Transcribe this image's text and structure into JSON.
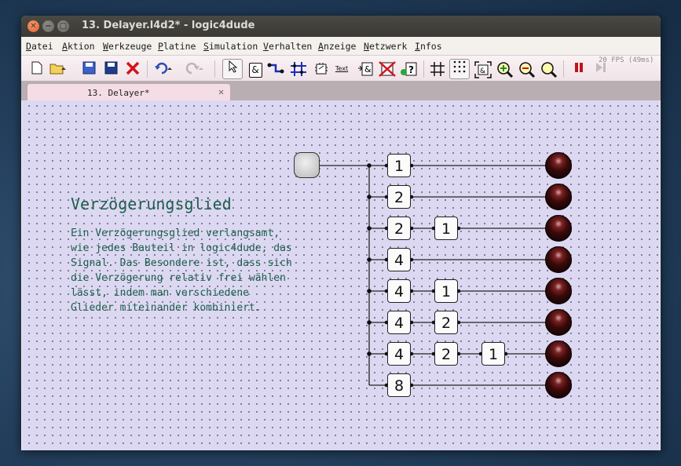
{
  "window": {
    "title": "13. Delayer.l4d2* - logic4dude",
    "close_glyph": "✕",
    "min_glyph": "−",
    "max_glyph": "□"
  },
  "menu": [
    "Datei",
    "Aktion",
    "Werkzeuge",
    "Platine",
    "Simulation",
    "Verhalten",
    "Anzeige",
    "Netzwerk",
    "Infos"
  ],
  "toolbar": {
    "fps": "20 FPS (49ms)",
    "text_tool_label": "Text",
    "gate_tool_label": "&",
    "icons": [
      "new-file-icon",
      "open-folder-icon",
      "save-icon",
      "save-as-icon",
      "close-file-icon",
      "undo-icon",
      "redo-icon",
      "select-pointer-icon",
      "gate-tool-icon",
      "wire-tool-icon",
      "bus-tool-icon",
      "component-tool-icon",
      "text-tool-icon",
      "gate-edit-icon",
      "delete-gate-icon",
      "help-gate-icon",
      "grid-lines-icon",
      "grid-dots-icon",
      "fit-view-icon",
      "zoom-in-icon",
      "zoom-out-icon",
      "zoom-reset-icon",
      "pause-icon",
      "step-icon"
    ]
  },
  "tab": {
    "label": "13. Delayer*",
    "close_glyph": "✕"
  },
  "canvas": {
    "heading": "Verzögerungsglied",
    "description": "Ein Verzögerungsglied verlangsamt,\nwie jedes Bauteil in logic4dude, das\nSignal. Das Besondere ist, dass sich\ndie Verzögerung relativ frei wählen\nlässt, indem man verschiedene\nGlieder miteinander kombiniert.",
    "rows": [
      {
        "delays": [
          "1"
        ]
      },
      {
        "delays": [
          "2"
        ]
      },
      {
        "delays": [
          "2",
          "1"
        ]
      },
      {
        "delays": [
          "4"
        ]
      },
      {
        "delays": [
          "4",
          "1"
        ]
      },
      {
        "delays": [
          "4",
          "2"
        ]
      },
      {
        "delays": [
          "4",
          "2",
          "1"
        ]
      },
      {
        "delays": [
          "8"
        ]
      }
    ]
  },
  "colors": {
    "canvas_bg": "#dcd8f2",
    "text_green": "#1d5e4a",
    "toolbar_pink": "#f4dde4",
    "lamp_dark_red": "#3a0a0a"
  }
}
